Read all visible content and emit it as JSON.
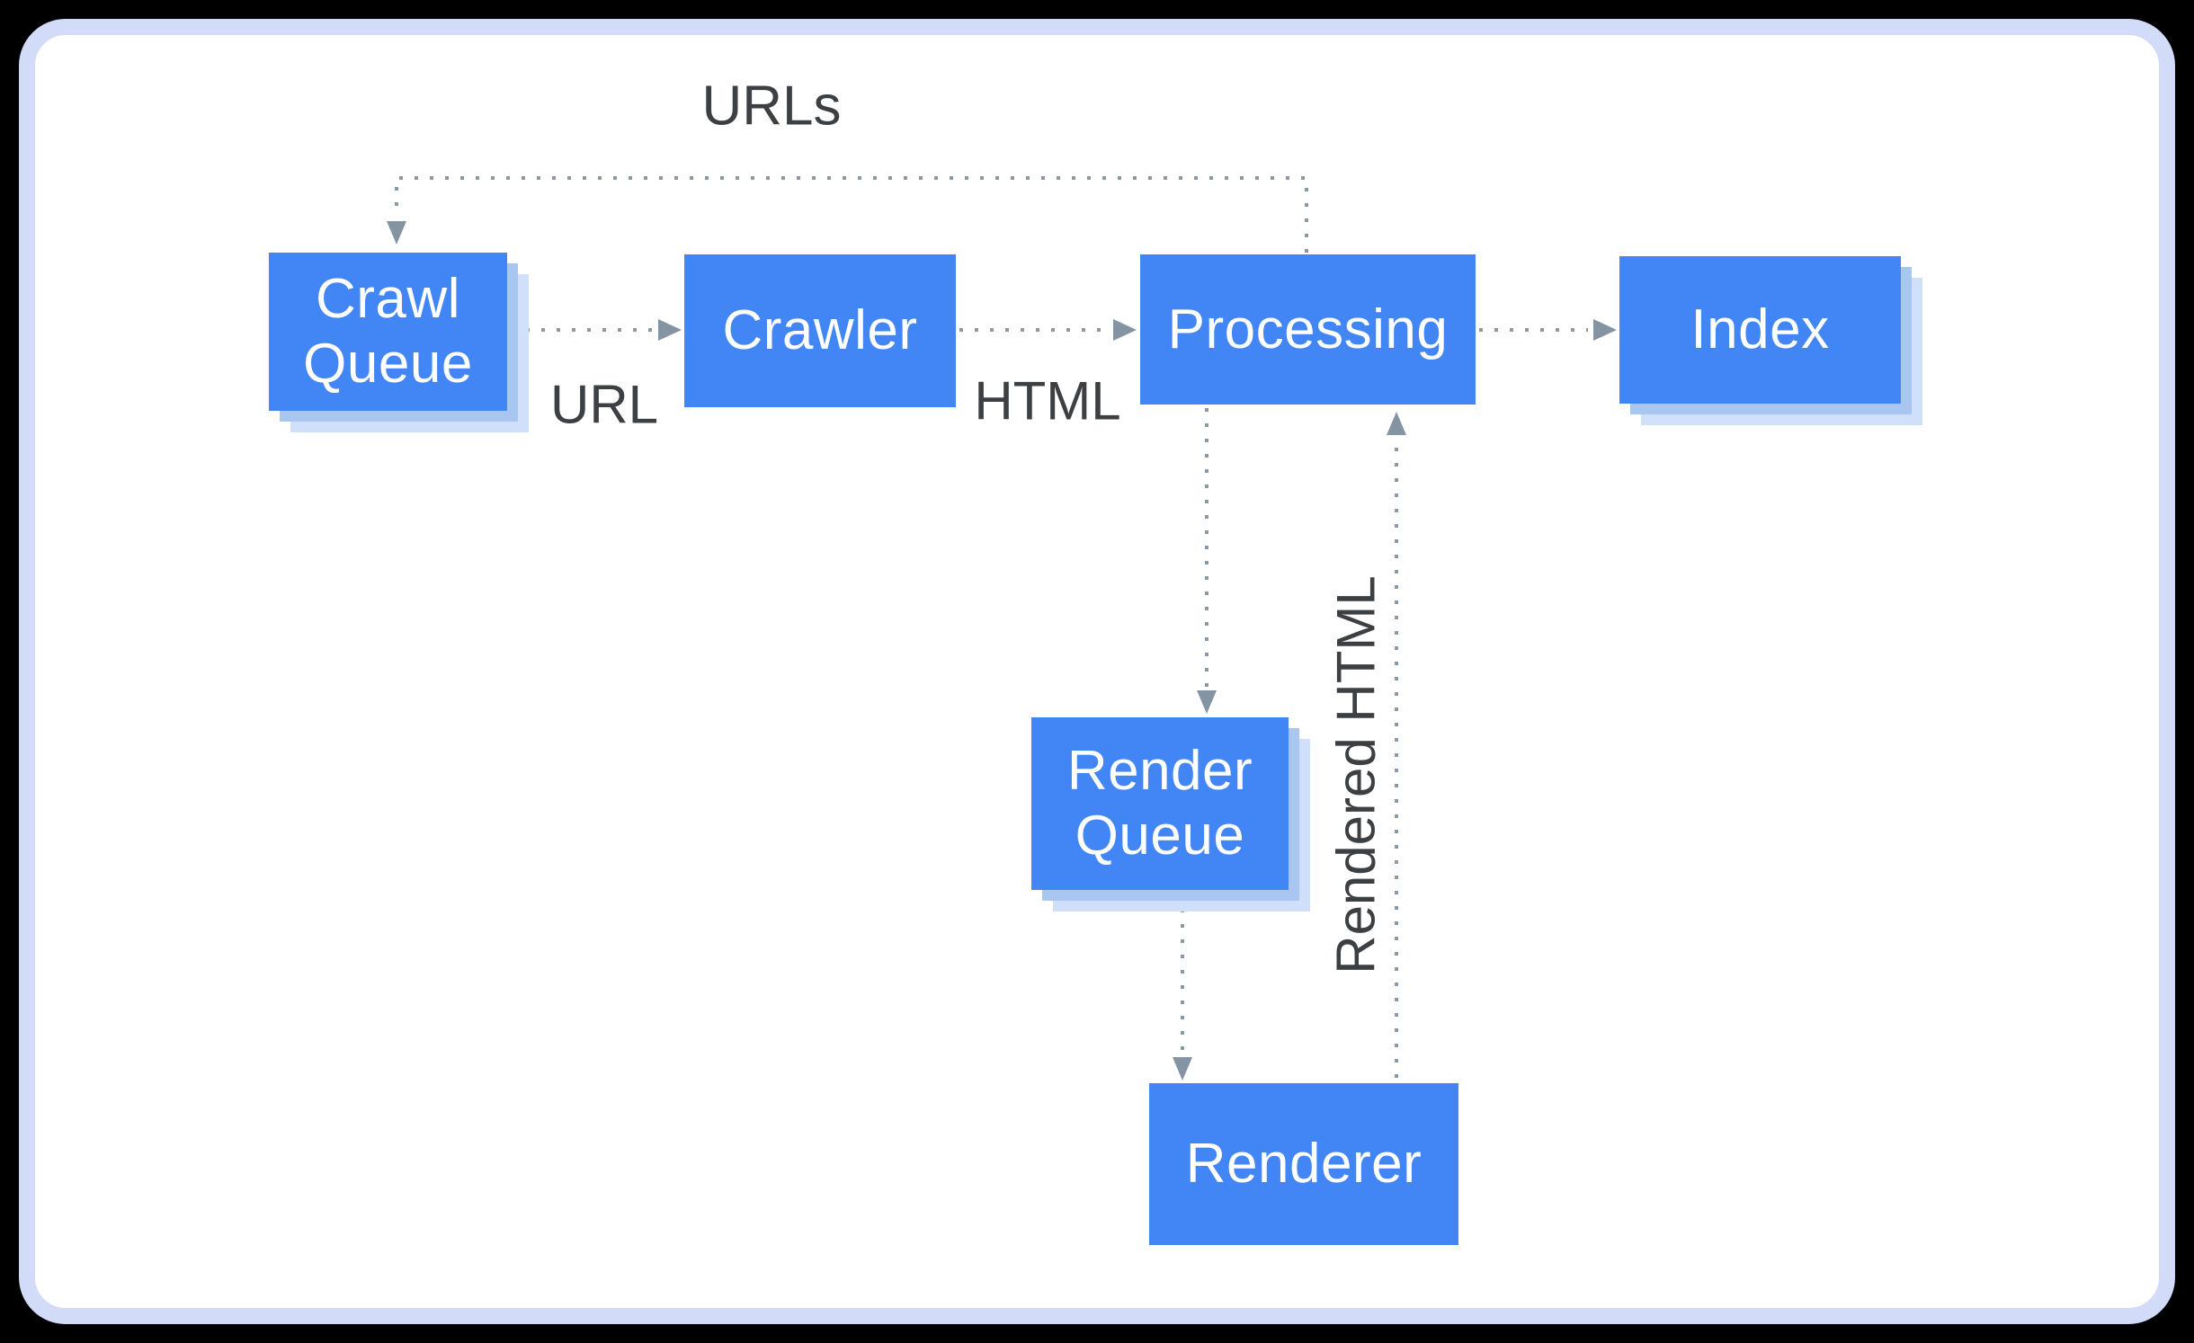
{
  "diagram": {
    "nodes": [
      {
        "id": "crawl-queue",
        "label": "Crawl Queue",
        "stacked": true
      },
      {
        "id": "crawler",
        "label": "Crawler",
        "stacked": false
      },
      {
        "id": "processing",
        "label": "Processing",
        "stacked": false
      },
      {
        "id": "index",
        "label": "Index",
        "stacked": true
      },
      {
        "id": "render-queue",
        "label": "Render Queue",
        "stacked": true
      },
      {
        "id": "renderer",
        "label": "Renderer",
        "stacked": false
      }
    ],
    "edges": [
      {
        "from": "Processing",
        "to": "Crawl Queue",
        "label": "URLs"
      },
      {
        "from": "Crawl Queue",
        "to": "Crawler",
        "label": "URL"
      },
      {
        "from": "Crawler",
        "to": "Processing",
        "label": "HTML"
      },
      {
        "from": "Processing",
        "to": "Index",
        "label": ""
      },
      {
        "from": "Processing",
        "to": "Render Queue",
        "label": ""
      },
      {
        "from": "Render Queue",
        "to": "Renderer",
        "label": ""
      },
      {
        "from": "Renderer",
        "to": "Processing",
        "label": "Rendered HTML"
      }
    ],
    "colors": {
      "box_blue": "#4285F4",
      "stack_mid_blue": "#A9C6F1",
      "stack_light_blue": "#D0E0FA",
      "arrow_gray": "#8A99A5",
      "label_gray": "#3C4043",
      "panel_border": "#D2DBF8",
      "panel_background": "#FFFFFF",
      "outer_background": "#000000",
      "box_text": "#FFFFFF"
    }
  }
}
